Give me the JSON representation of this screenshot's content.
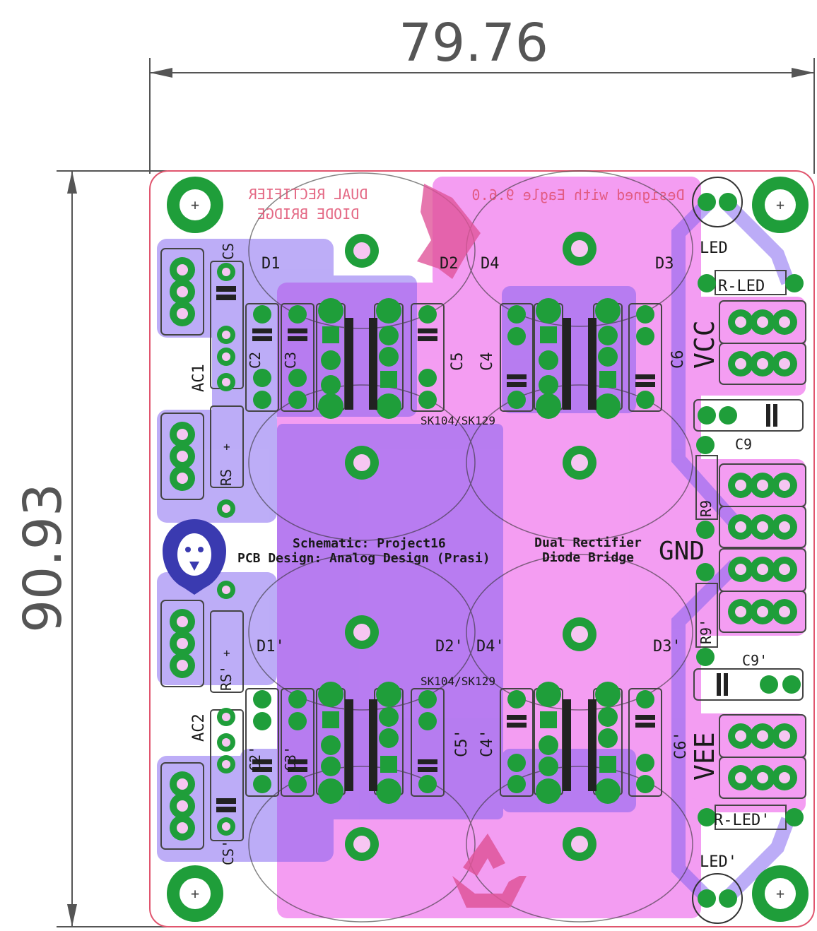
{
  "dimensions": {
    "width": "79.76",
    "height": "90.93"
  },
  "colors": {
    "top_copper": "#f28cf0",
    "bottom_copper": "#7b5cf0",
    "pad": "#1f9e3a",
    "silkscreen": "#1a1a1a",
    "board_edge": "#e0556e",
    "bottom_silk": "#e05070"
  },
  "bottom_silk_text": {
    "title_line1": "DUAL RECTIFIER",
    "title_line2": "DIODE BRIDGE",
    "designed_with": "Designed with Eagle 9.6.0"
  },
  "labels": {
    "d1": "D1",
    "d2": "D2",
    "d4": "D4",
    "d3": "D3",
    "d1p": "D1'",
    "d2p": "D2'",
    "d4p": "D4'",
    "d3p": "D3'",
    "c2": "C2",
    "c3": "C3",
    "c5": "C5",
    "c4": "C4",
    "c6": "C6",
    "c2p": "C2'",
    "c3p": "C3'",
    "c5p": "C5'",
    "c4p": "C4'",
    "c6p": "C6'",
    "cs": "CS",
    "csp": "CS'",
    "rs": "RS",
    "rsp": "RS'",
    "ac1": "AC1",
    "ac2": "AC2",
    "led": "LED",
    "ledp": "LED'",
    "rled": "R-LED",
    "rledp": "R-LED'",
    "vcc": "VCC",
    "gnd": "GND",
    "vee": "VEE",
    "c9": "C9",
    "c9p": "C9'",
    "r9": "R9",
    "r9p": "R9'",
    "heatsink_top": "SK104/SK129",
    "heatsink_bottom": "SK104/SK129",
    "plus": "+"
  },
  "credits": {
    "schematic": "Schematic: Project16",
    "pcb": "PCB Design: Analog Design (Prasi)",
    "product_line1": "Dual Rectifier",
    "product_line2": "Diode Bridge"
  },
  "icons": {
    "logo": "lion-head-logo",
    "recycle": "recycle-icon"
  }
}
